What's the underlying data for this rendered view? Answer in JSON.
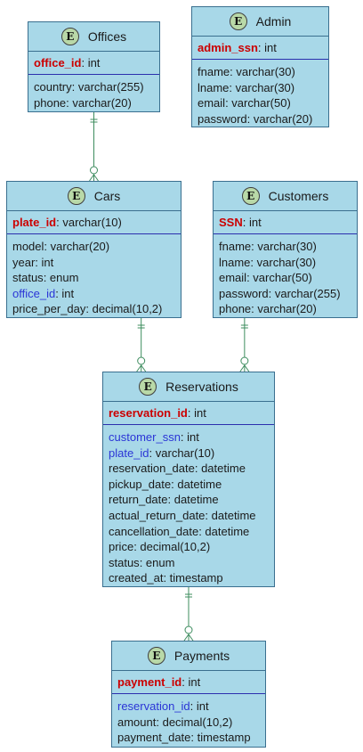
{
  "entities": {
    "offices": {
      "icon_letter": "E",
      "title": "Offices",
      "pk": {
        "name": "office_id",
        "type": ": int"
      },
      "attrs": [
        {
          "name": "country",
          "type": ": varchar(255)"
        },
        {
          "name": "phone",
          "type": ": varchar(20)"
        }
      ]
    },
    "admin": {
      "icon_letter": "E",
      "title": "Admin",
      "pk": {
        "name": "admin_ssn",
        "type": ": int"
      },
      "attrs": [
        {
          "name": "fname",
          "type": ": varchar(30)"
        },
        {
          "name": "lname",
          "type": ": varchar(30)"
        },
        {
          "name": "email",
          "type": ": varchar(50)"
        },
        {
          "name": "password",
          "type": ": varchar(20)"
        }
      ]
    },
    "cars": {
      "icon_letter": "E",
      "title": "Cars",
      "pk": {
        "name": "plate_id",
        "type": ": varchar(10)"
      },
      "attrs": [
        {
          "name": "model",
          "type": ": varchar(20)"
        },
        {
          "name": "year",
          "type": ": int"
        },
        {
          "name": "status",
          "type": ": enum"
        },
        {
          "name": "office_id",
          "type": ": int",
          "fk": true
        },
        {
          "name": "price_per_day",
          "type": ": decimal(10,2)"
        }
      ]
    },
    "customers": {
      "icon_letter": "E",
      "title": "Customers",
      "pk": {
        "name": "SSN",
        "type": ": int"
      },
      "attrs": [
        {
          "name": "fname",
          "type": ": varchar(30)"
        },
        {
          "name": "lname",
          "type": ": varchar(30)"
        },
        {
          "name": "email",
          "type": ": varchar(50)"
        },
        {
          "name": "password",
          "type": ": varchar(255)"
        },
        {
          "name": "phone",
          "type": ": varchar(20)"
        }
      ]
    },
    "reservations": {
      "icon_letter": "E",
      "title": "Reservations",
      "pk": {
        "name": "reservation_id",
        "type": ": int"
      },
      "attrs": [
        {
          "name": "customer_ssn",
          "type": ": int",
          "fk": true
        },
        {
          "name": "plate_id",
          "type": ": varchar(10)",
          "fk": true
        },
        {
          "name": "reservation_date",
          "type": ": datetime"
        },
        {
          "name": "pickup_date",
          "type": ": datetime"
        },
        {
          "name": "return_date",
          "type": ": datetime"
        },
        {
          "name": "actual_return_date",
          "type": ": datetime"
        },
        {
          "name": "cancellation_date",
          "type": ": datetime"
        },
        {
          "name": "price",
          "type": ": decimal(10,2)"
        },
        {
          "name": "status",
          "type": ": enum"
        },
        {
          "name": "created_at",
          "type": ": timestamp"
        }
      ]
    },
    "payments": {
      "icon_letter": "E",
      "title": "Payments",
      "pk": {
        "name": "payment_id",
        "type": ": int"
      },
      "attrs": [
        {
          "name": "reservation_id",
          "type": ": int",
          "fk": true
        },
        {
          "name": "amount",
          "type": ": decimal(10,2)"
        },
        {
          "name": "payment_date",
          "type": ": timestamp"
        }
      ]
    }
  },
  "relationships": [
    {
      "from": "offices",
      "to": "cars",
      "from_end": "one-and-only-one",
      "to_end": "zero-or-many"
    },
    {
      "from": "cars",
      "to": "reservations",
      "from_end": "one-and-only-one",
      "to_end": "zero-or-many"
    },
    {
      "from": "customers",
      "to": "reservations",
      "from_end": "one-and-only-one",
      "to_end": "zero-or-many"
    },
    {
      "from": "reservations",
      "to": "payments",
      "from_end": "one-and-only-one",
      "to_end": "zero-or-many"
    }
  ],
  "colors": {
    "entity_fill": "#a8d8e8",
    "entity_border": "#3a6f8f",
    "pk_text": "#cc0000",
    "fk_text": "#2b35d6",
    "connector": "#3d8c5e",
    "icon_fill": "#b9d9a8"
  }
}
